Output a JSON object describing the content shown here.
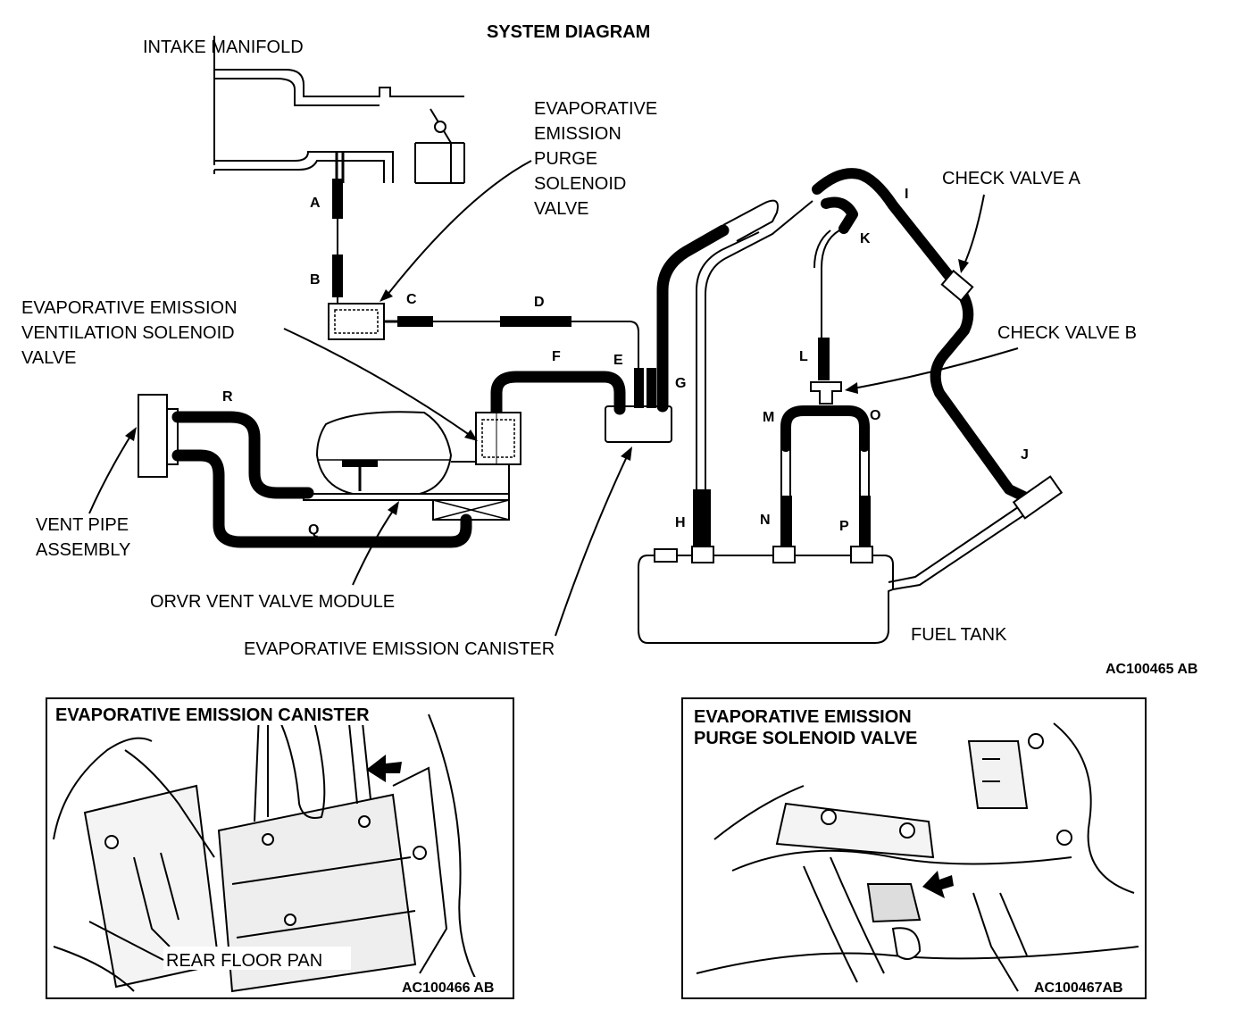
{
  "title": "SYSTEM DIAGRAM",
  "labels": {
    "intake_manifold": "INTAKE MANIFOLD",
    "purge_valve": [
      "EVAPORATIVE",
      "EMISSION",
      "PURGE",
      "SOLENOID",
      "VALVE"
    ],
    "vent_solenoid": [
      "EVAPORATIVE EMISSION",
      "VENTILATION SOLENOID",
      "VALVE"
    ],
    "vent_pipe": [
      "VENT PIPE",
      "ASSEMBLY"
    ],
    "orvr": "ORVR VENT VALVE MODULE",
    "canister": "EVAPORATIVE EMISSION CANISTER",
    "fuel_tank": "FUEL TANK",
    "check_a": "CHECK VALVE A",
    "check_b": "CHECK VALVE B"
  },
  "hose_letters": {
    "A": "A",
    "B": "B",
    "C": "C",
    "D": "D",
    "E": "E",
    "F": "F",
    "G": "G",
    "H": "H",
    "I": "I",
    "J": "J",
    "K": "K",
    "L": "L",
    "M": "M",
    "N": "N",
    "O": "O",
    "P": "P",
    "Q": "Q",
    "R": "R"
  },
  "figure_codes": {
    "main": "AC100465 AB",
    "inset_left": "AC100466 AB",
    "inset_right": "AC100467AB"
  },
  "insets": {
    "left_title": "EVAPORATIVE EMISSION CANISTER",
    "left_callout": "REAR FLOOR PAN",
    "right_title": [
      "EVAPORATIVE EMISSION",
      "PURGE SOLENOID VALVE"
    ]
  }
}
